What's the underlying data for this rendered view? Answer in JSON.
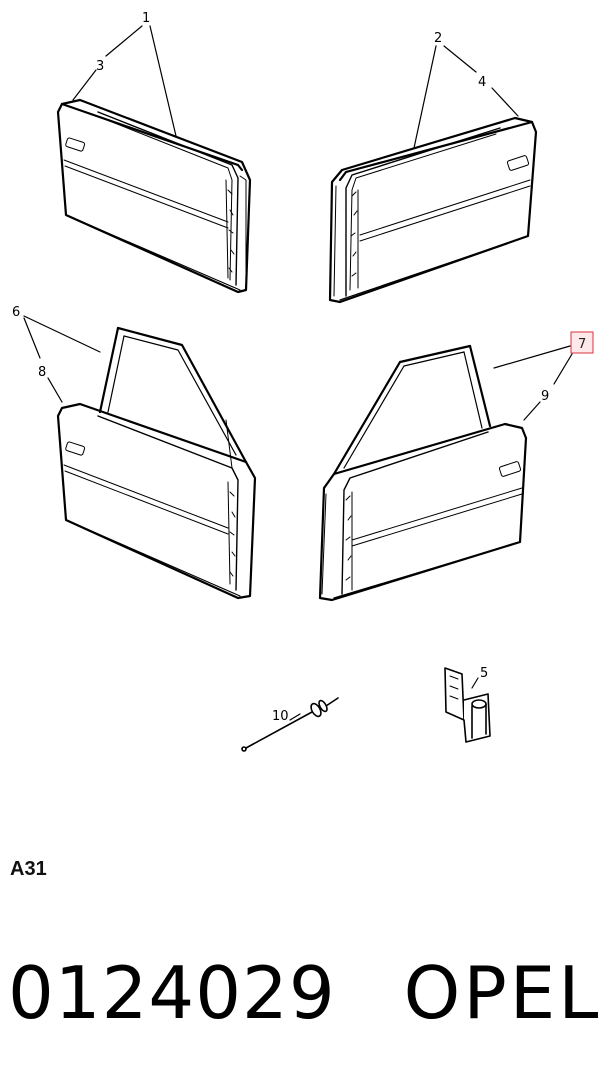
{
  "callouts": {
    "c1": "1",
    "c2": "2",
    "c3": "3",
    "c4": "4",
    "c5": "5",
    "c6": "6",
    "c7": "7",
    "c8": "8",
    "c9": "9",
    "c10": "10"
  },
  "highlight_color": "#d9323f",
  "section_code": "A31",
  "footer": {
    "part_number": "0124029",
    "brand": "OPEL"
  }
}
